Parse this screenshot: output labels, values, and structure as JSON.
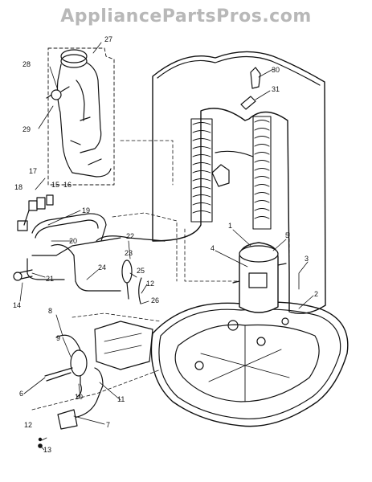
{
  "watermark": "AppliancePartsPros.com",
  "callouts": {
    "c1": "1",
    "c2": "2",
    "c3": "3",
    "c4": "4",
    "c5": "5",
    "c6": "6",
    "c7": "7",
    "c8": "8",
    "c9": "9",
    "c10": "10",
    "c11": "11",
    "c12a": "12",
    "c12b": "12",
    "c13": "13",
    "c14": "14",
    "c15": "15",
    "c16": "16",
    "c17": "17",
    "c18": "18",
    "c19": "19",
    "c20": "20",
    "c21": "21",
    "c22": "22",
    "c23": "23",
    "c24": "24",
    "c25": "25",
    "c26": "26",
    "c27": "27",
    "c28": "28",
    "c29": "29",
    "c30": "30",
    "c31": "31"
  },
  "colors": {
    "line": "#111111",
    "fill": "#ffffff",
    "watermark": "#b8b8b8"
  }
}
